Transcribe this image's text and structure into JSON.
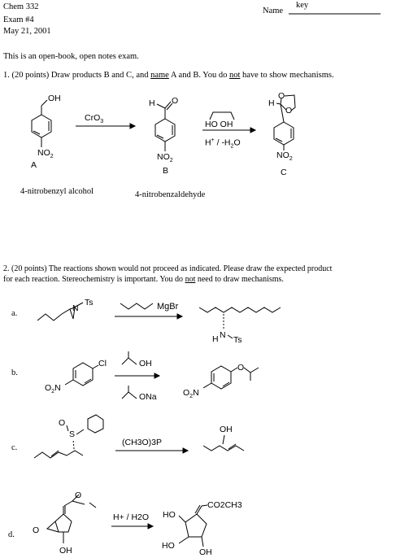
{
  "header": {
    "course": "Chem 332",
    "exam": "Exam #4",
    "date": "May 21, 2001",
    "name_label": "Name",
    "name_value": "key"
  },
  "intro": "This is an open-book, open notes exam.",
  "q1": {
    "text_a": "1.  (20 points) Draw products B and C, and ",
    "text_name": "name",
    "text_b": " A and B. You do ",
    "text_not": "not",
    "text_c": " have to show mechanisms.",
    "reagent1": "CrO",
    "reagent1_sub": "3",
    "reagent2_top": "HO  OH",
    "reagent2_bottom_h": "H",
    "reagent2_bottom_plus": "+",
    "reagent2_bottom_rest": " / -H",
    "reagent2_bottom_sub": "2",
    "reagent2_bottom_o": "O",
    "label_a": "A",
    "label_b": "B",
    "label_c": "C",
    "name_a": "4-nitrobenzyl alcohol",
    "name_b": "4-nitrobenzaldehyde"
  },
  "q2": {
    "text_line1": "2.  (20 points)  The reactions shown would not proceed as indicated.  Please draw the expected product",
    "text_line2a": "for each reaction. Stereochemistry is important.  You do ",
    "text_not": "not",
    "text_line2b": " need to draw mechanisms.",
    "parts": [
      {
        "label": "a.",
        "reagent": "MgBr"
      },
      {
        "label": "b.",
        "reagent_top": "OH",
        "reagent_bottom": "ONa"
      },
      {
        "label": "c.",
        "reagent": "(CH3O)3P"
      },
      {
        "label": "d.",
        "reagent": "H+ / H2O"
      }
    ]
  },
  "atoms": {
    "oh": "OH",
    "no2": "NO",
    "no2_sub": "2",
    "o2n": "O",
    "o2n_sub": "2",
    "o2n_n": "N",
    "o": "O",
    "h": "H",
    "n": "N",
    "ts": "Ts",
    "cl": "Cl",
    "s": "S",
    "ho": "HO",
    "co2ch3": "CO2CH3"
  }
}
